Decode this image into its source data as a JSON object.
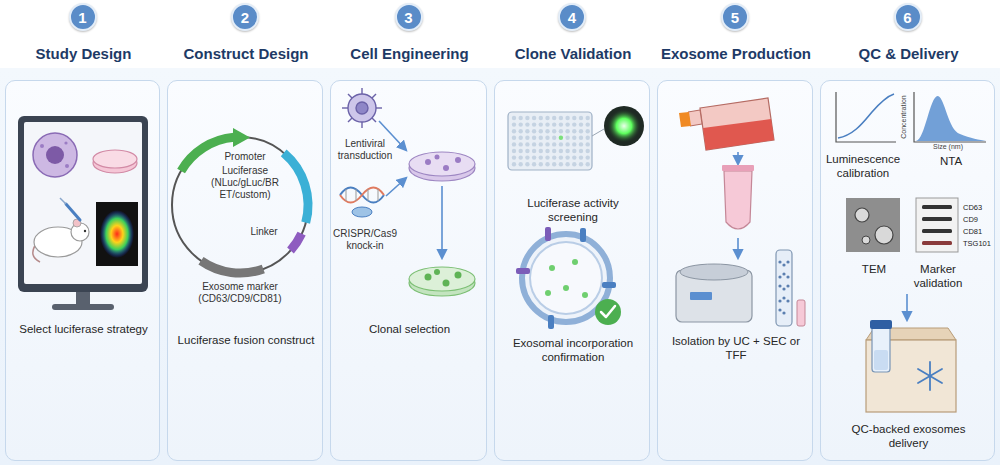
{
  "diagram": {
    "nodes": [
      {
        "text": [
          "1"
        ]
      },
      {
        "text": [
          "Study Design",
          "Select luciferase strategy"
        ]
      },
      {
        "text": [
          "2"
        ]
      },
      {
        "text": [
          "Construct Design",
          "Luciferase fusion construct"
        ]
      },
      {
        "text": [
          "3"
        ]
      },
      {
        "text": [
          "Cell Engineering",
          "Clonal selection"
        ]
      },
      {
        "text": [
          "4"
        ]
      },
      {
        "text": [
          "Clone Validation",
          "Luciferase activity screening",
          "Exosomal incorporation confirmation"
        ]
      },
      {
        "text": [
          "5"
        ]
      },
      {
        "text": [
          "Exosome Production",
          "Isolation by UC + SEC or TFF"
        ]
      },
      {
        "text": [
          "6"
        ]
      },
      {
        "text": [
          "QC & Delivery",
          "Luminescence calibration",
          "NTA",
          "TEM",
          "Marker validation",
          "QC-backed exosomes delivery"
        ]
      }
    ],
    "labels": [
      "Promoter",
      "Luciferase (NLuc/gLuc/BRET/custom)",
      "Linker",
      "Exosome marker (CD63/CD9/CD81)",
      "Lentiviral transduction",
      "CRISPR/Cas9 knock-in",
      "Size (nm)",
      "Concentration",
      "CD63",
      "CD9",
      "CD81",
      "TSG101"
    ]
  }
}
